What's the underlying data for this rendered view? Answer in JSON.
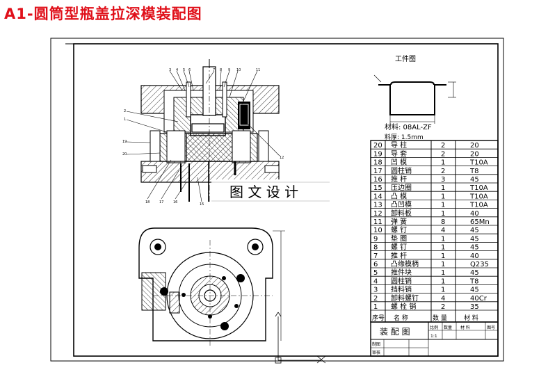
{
  "title": "A1-圆筒型瓶盖拉深模装配图",
  "watermark": "图 文 设 计",
  "workpiece": {
    "label": "工件图",
    "material": "材料: 08AL-ZF",
    "thickness": "料厚: 1.5mm"
  },
  "bom": {
    "rows": [
      {
        "no": "20",
        "name": "导 柱",
        "qty": "2",
        "mat": "20"
      },
      {
        "no": "19",
        "name": "导 套",
        "qty": "2",
        "mat": "20"
      },
      {
        "no": "18",
        "name": "凹 模",
        "qty": "1",
        "mat": "T10A"
      },
      {
        "no": "17",
        "name": "圆柱销",
        "qty": "2",
        "mat": "T8"
      },
      {
        "no": "16",
        "name": "推 杆",
        "qty": "3",
        "mat": "45"
      },
      {
        "no": "15",
        "name": "压边圈",
        "qty": "1",
        "mat": "T10A"
      },
      {
        "no": "14",
        "name": "凸 模",
        "qty": "1",
        "mat": "T10A"
      },
      {
        "no": "13",
        "name": "凸凹模",
        "qty": "1",
        "mat": "T10A"
      },
      {
        "no": "12",
        "name": "卸料板",
        "qty": "1",
        "mat": "40"
      },
      {
        "no": "11",
        "name": "弹 簧",
        "qty": "8",
        "mat": "65Mn"
      },
      {
        "no": "10",
        "name": "螺 钉",
        "qty": "4",
        "mat": "45"
      },
      {
        "no": "9",
        "name": "垫 圈",
        "qty": "1",
        "mat": "45"
      },
      {
        "no": "8",
        "name": "螺 钉",
        "qty": "1",
        "mat": "45"
      },
      {
        "no": "7",
        "name": "推 杆",
        "qty": "1",
        "mat": "40"
      },
      {
        "no": "6",
        "name": "凸缘模柄",
        "qty": "1",
        "mat": "Q235"
      },
      {
        "no": "5",
        "name": "推件块",
        "qty": "1",
        "mat": "45"
      },
      {
        "no": "4",
        "name": "圆柱销",
        "qty": "1",
        "mat": "T8"
      },
      {
        "no": "3",
        "name": "挡料销",
        "qty": "1",
        "mat": "45"
      },
      {
        "no": "2",
        "name": "卸料螺钉",
        "qty": "4",
        "mat": "40Cr"
      },
      {
        "no": "1",
        "name": "螺 栓 销",
        "qty": "2",
        "mat": "35"
      }
    ],
    "header": {
      "no": "序号",
      "name": "名  称",
      "qty": "数 量",
      "mat": "材  料"
    }
  },
  "title_block": {
    "name": "装 配 图",
    "scale_label": "比例",
    "qty_label": "数量",
    "mat_label": "材   料",
    "sheet_label": "图号",
    "scale": "1:1",
    "drawn": "制图",
    "checked": "审核"
  },
  "callouts_top": [
    "3",
    "4",
    "5",
    "6",
    "7",
    "8",
    "9",
    "10",
    "11"
  ],
  "callouts_left": [
    "2",
    "1",
    "19",
    "20"
  ],
  "callouts_bottom": [
    "18",
    "17",
    "16",
    "15"
  ],
  "callouts_right": [
    "12"
  ]
}
